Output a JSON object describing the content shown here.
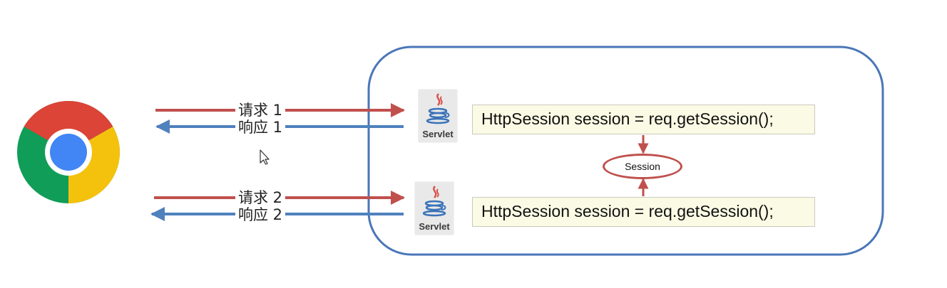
{
  "colors": {
    "request_arrow": "#c0504d",
    "response_arrow": "#4f81bd",
    "container_border": "#4a76b8",
    "code_box_bg": "#fbfbe5",
    "chrome_red": "#db4437",
    "chrome_yellow": "#f4c20d",
    "chrome_green": "#0f9d58",
    "chrome_blue": "#4285f4"
  },
  "browser": {
    "icon": "chrome-browser-icon"
  },
  "exchanges": [
    {
      "request_label": "请求 1",
      "response_label": "响应 1",
      "servlet_label": "Servlet",
      "code": "HttpSession session = req.getSession();"
    },
    {
      "request_label": "请求 2",
      "response_label": "响应 2",
      "servlet_label": "Servlet",
      "code": "HttpSession session = req.getSession();"
    }
  ],
  "session": {
    "label": "Session"
  },
  "cursor": {
    "icon": "mouse-pointer-icon"
  }
}
